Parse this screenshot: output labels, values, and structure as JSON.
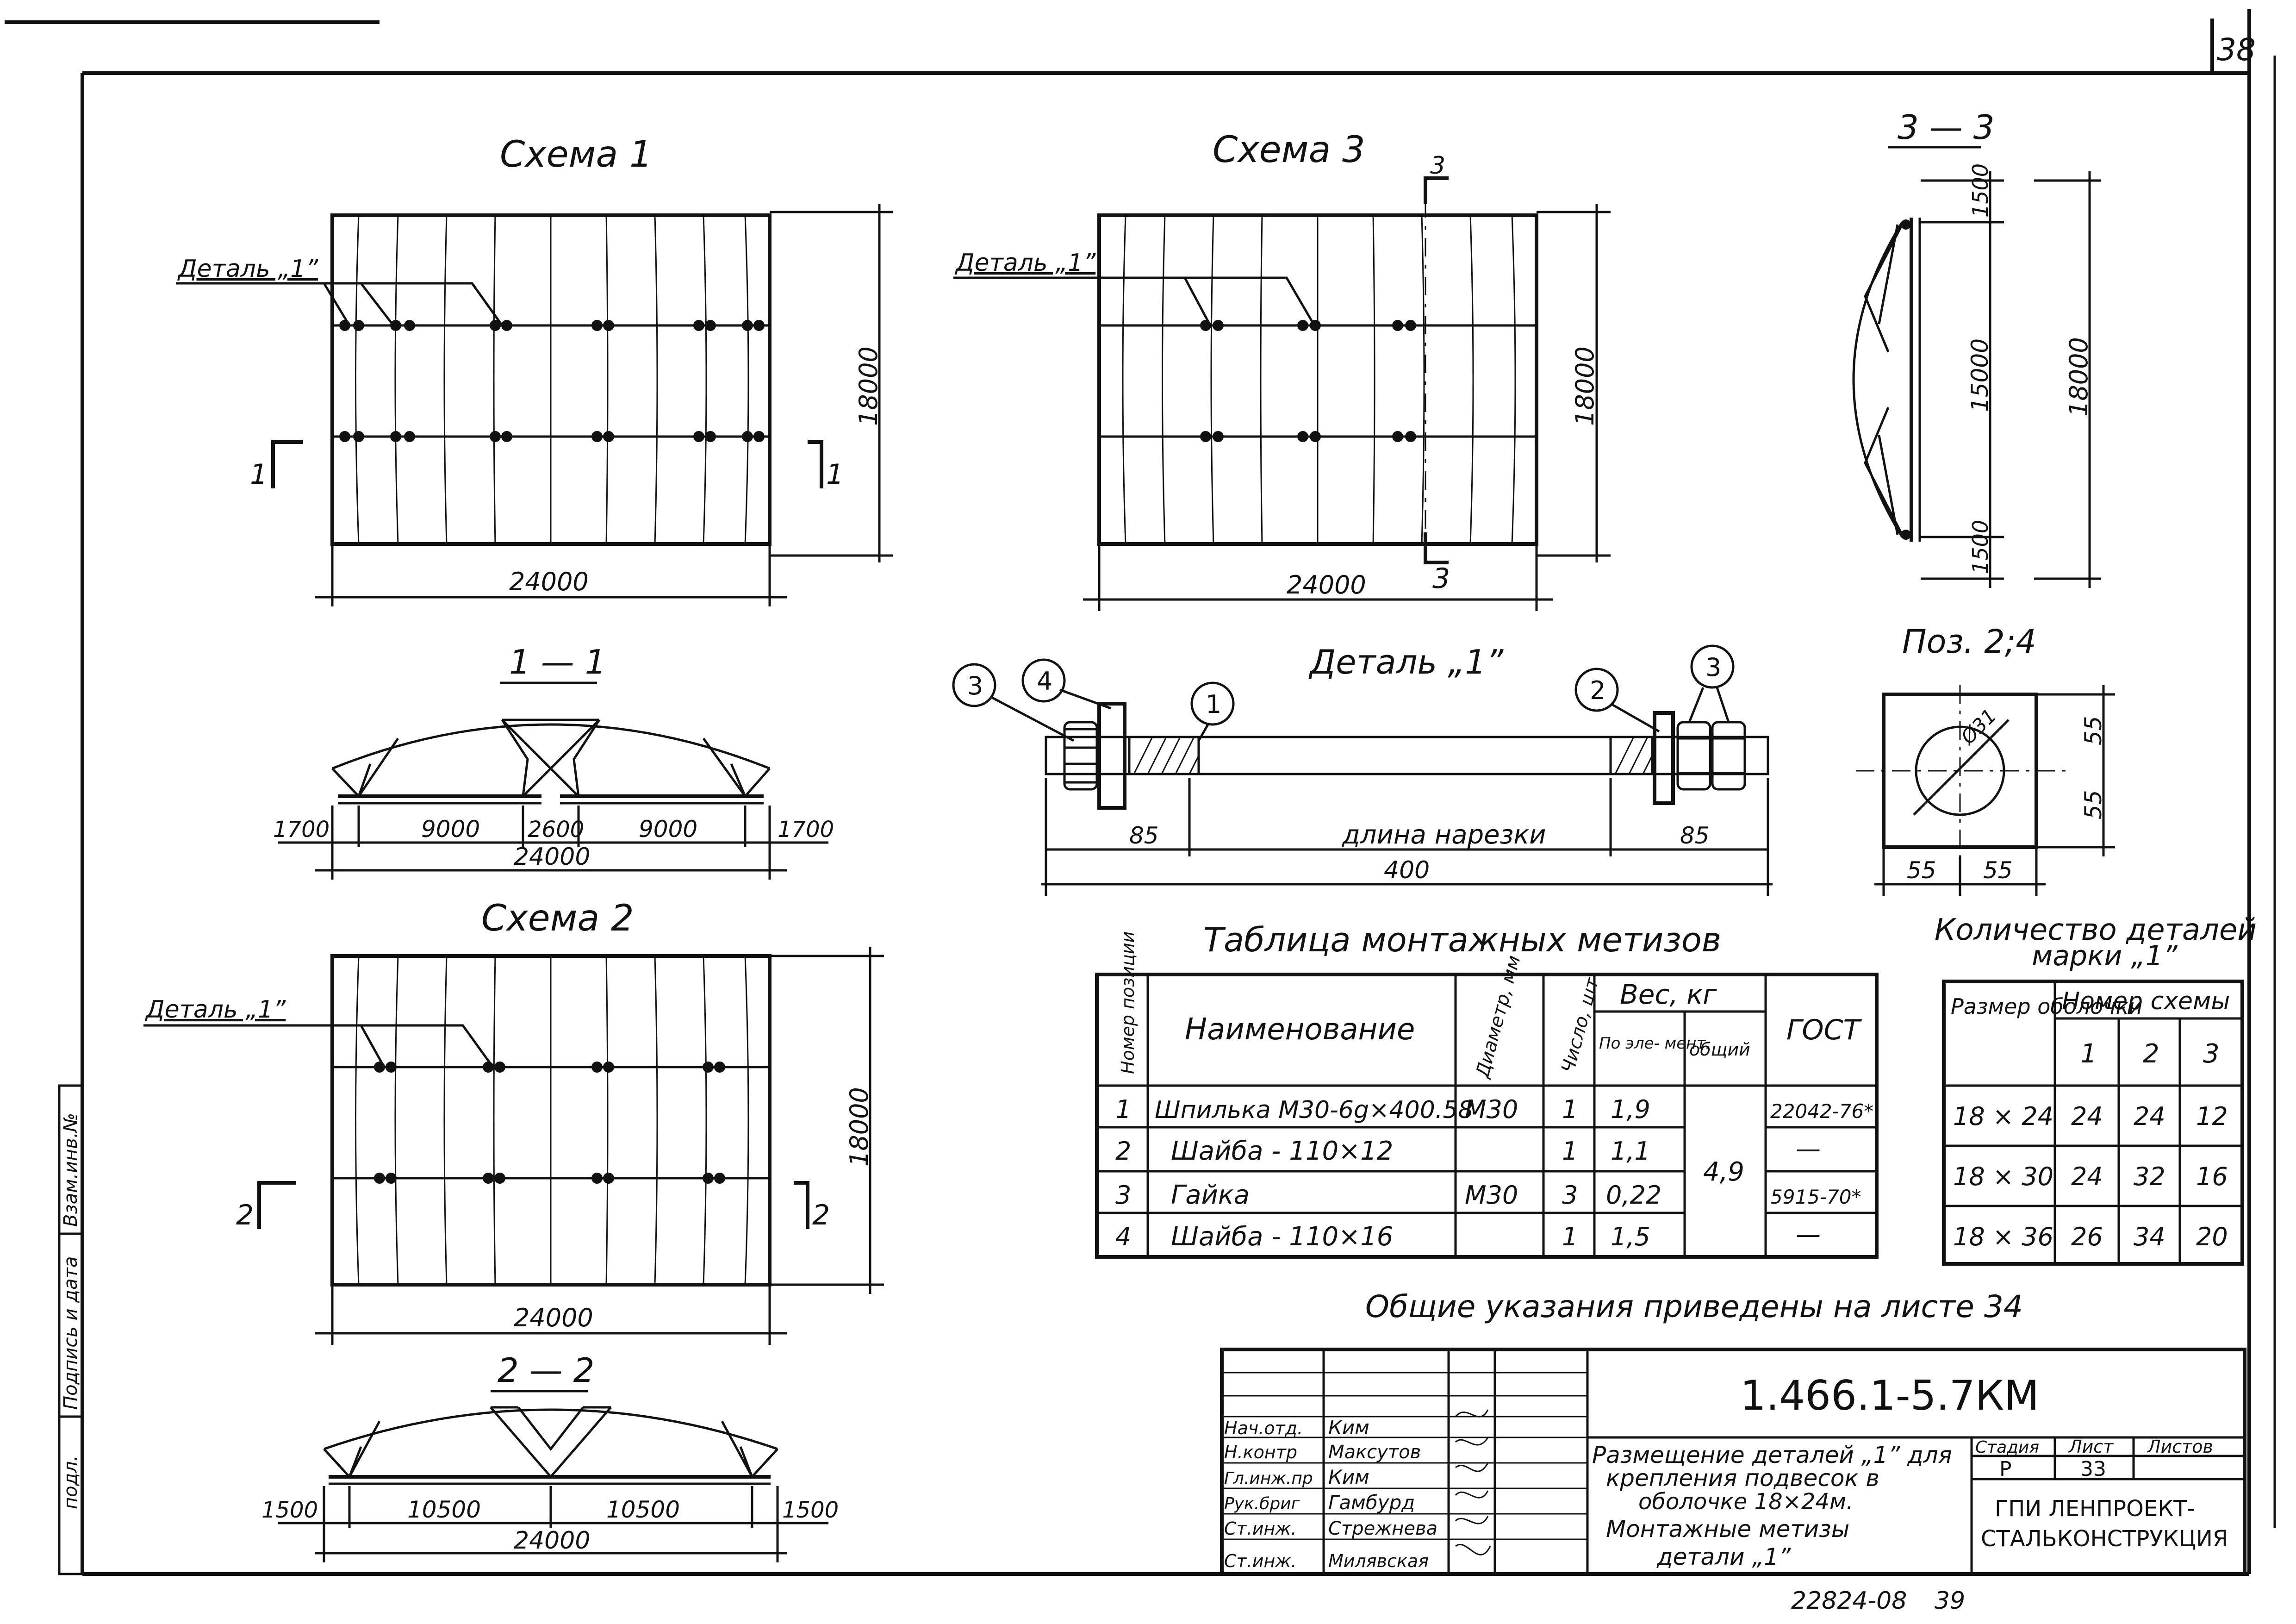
{
  "sheet": {
    "page_number": "38",
    "general_note": "Общие указания приведены на листе 34",
    "bottom_code": "22824-08",
    "bottom_number": "39"
  },
  "left_strip": {
    "cells": [
      "Взам.инв.№",
      "Подпись и дата",
      "подл."
    ]
  },
  "schemes": {
    "s1": {
      "title": "Схема 1",
      "detail": "Деталь „1”",
      "height": "18000",
      "width": "24000",
      "cut": "1"
    },
    "s2": {
      "title": "Схема 2",
      "detail": "Деталь „1”",
      "height": "18000",
      "width": "24000",
      "cut": "2"
    },
    "s3": {
      "title": "Схема 3",
      "detail": "Деталь „1”",
      "height": "18000",
      "width": "24000",
      "cut": "3"
    }
  },
  "sections": {
    "s11": {
      "title": "1 — 1",
      "dims": [
        "1700",
        "9000",
        "2600",
        "9000",
        "1700"
      ],
      "total": "24000"
    },
    "s22": {
      "title": "2 — 2",
      "dims": [
        "1500",
        "10500",
        "10500",
        "1500"
      ],
      "total": "24000"
    },
    "s33": {
      "title": "3 — 3",
      "dims": [
        "1500",
        "15000",
        "1500"
      ],
      "total": "18000"
    }
  },
  "detail1": {
    "title": "Деталь „1”",
    "callouts": [
      "3",
      "4",
      "1",
      "2",
      "3"
    ],
    "dim_left": "85",
    "dim_right": "85",
    "thread_label": "длина нарезки",
    "total": "400"
  },
  "pos24": {
    "title": "Поз. 2;4",
    "hole": "Ø31",
    "dims": [
      "55",
      "55",
      "55",
      "55"
    ]
  },
  "fasteners": {
    "title": "Таблица монтажных метизов",
    "headers": {
      "pos": "Номер позиции",
      "name": "Наименование",
      "dia": "Диаметр, мм",
      "qty": "Число, шт",
      "weight": "Вес, кг",
      "w_el": "По эле- мент.",
      "w_total": "общий",
      "gost": "ГОСТ"
    },
    "rows": [
      {
        "pos": "1",
        "name": "Шпилька М30-6g×400.58",
        "dia": "М30",
        "qty": "1",
        "w": "1,9",
        "gost": "22042-76*"
      },
      {
        "pos": "2",
        "name": "Шайба - 110×12",
        "dia": "",
        "qty": "1",
        "w": "1,1",
        "gost": "—"
      },
      {
        "pos": "3",
        "name": "Гайка",
        "dia": "М30",
        "qty": "3",
        "w": "0,22",
        "gost": "5915-70*"
      },
      {
        "pos": "4",
        "name": "Шайба - 110×16",
        "dia": "",
        "qty": "1",
        "w": "1,5",
        "gost": "—"
      }
    ],
    "total_weight": "4,9"
  },
  "quantity": {
    "title_line1": "Количество деталей",
    "title_line2": "марки „1”",
    "header_size": "Размер оболочки",
    "header_scheme": "Номер схемы",
    "scheme_nums": [
      "1",
      "2",
      "3"
    ],
    "rows": [
      {
        "size": "18 × 24",
        "v": [
          "24",
          "24",
          "12"
        ]
      },
      {
        "size": "18 × 30",
        "v": [
          "24",
          "32",
          "16"
        ]
      },
      {
        "size": "18 × 36",
        "v": [
          "26",
          "34",
          "20"
        ]
      }
    ]
  },
  "title_block": {
    "code": "1.466.1-5.7КМ",
    "roles": [
      "Нач.отд.",
      "Н.контр",
      "Гл.инж.пр",
      "Рук.бриг",
      "Ст.инж.",
      "Ст.инж."
    ],
    "names": [
      "Ким",
      "Максутов",
      "Ким",
      "Гамбурд",
      "Стрежнева",
      "Милявская"
    ],
    "description": [
      "Размещение деталей „1” для",
      "крепления подвесок в",
      "оболочке 18×24м.",
      "Монтажные метизы",
      "детали „1”"
    ],
    "stage_label": "Стадия",
    "sheet_label": "Лист",
    "sheets_label": "Листов",
    "stage": "Р",
    "sheet": "33",
    "org_line1": "ГПИ ЛЕНПРОЕКТ-",
    "org_line2": "СТАЛЬКОНСТРУКЦИЯ"
  }
}
